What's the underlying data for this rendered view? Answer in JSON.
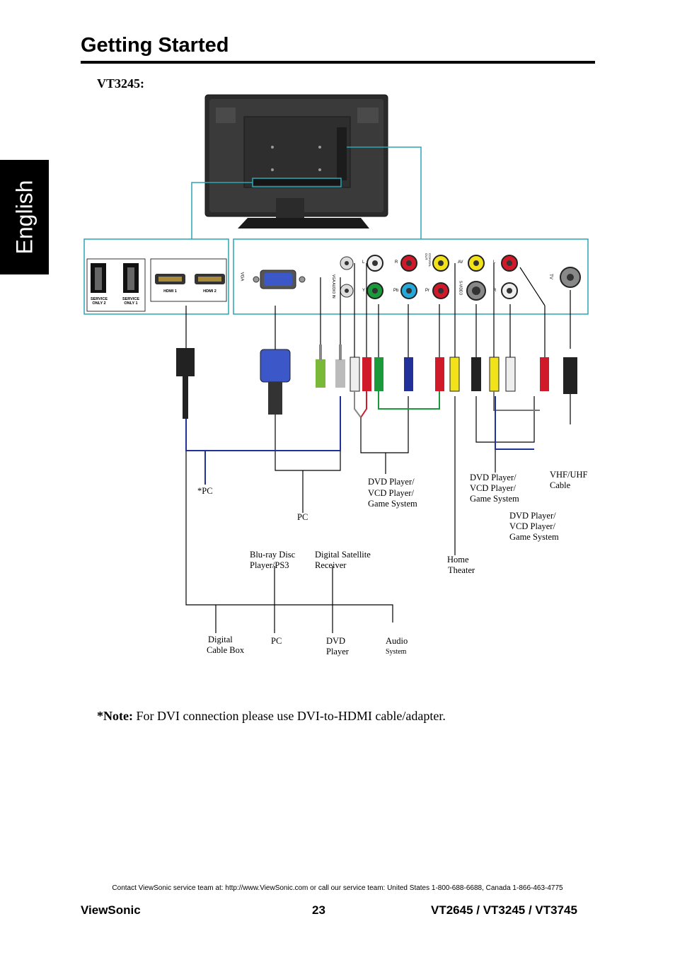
{
  "header": {
    "title": "Getting Started",
    "side_tab": "English"
  },
  "model_heading": "VT3245:",
  "panel": {
    "left_ports": {
      "service2": "SERVICE ONLY 2",
      "service1": "SERVICE ONLY 1",
      "hdmi1": "HDMI 1",
      "hdmi2": "HDMI 2"
    },
    "right_ports": {
      "vga": "VGA",
      "vga_audio": "VGA AUDIO IN",
      "l": "L",
      "r": "R",
      "y": "Y",
      "pb": "Pb",
      "pr": "Pr",
      "coaxial": "COAXIAL OUT",
      "av": "AV",
      "svideo": "S-VIDEO",
      "av_l": "L",
      "av_r": "R",
      "tv": "TV"
    }
  },
  "labels": {
    "pc_star": "*PC",
    "pc": "PC",
    "dvd_component": [
      "DVD Player/",
      "VCD Player/",
      "Game System"
    ],
    "dvd_av": [
      "DVD Player/",
      "VCD Player/",
      "Game System"
    ],
    "dvd_svideo": [
      "DVD Player/",
      "VCD Player/",
      "Game System"
    ],
    "vhf": [
      "VHF/UHF",
      "Cable"
    ],
    "home_theater": [
      "Home",
      "Theater"
    ],
    "bluray": [
      "Blu-ray Disc",
      "Player/PS3"
    ],
    "satellite": [
      "Digital Satellite",
      "Receiver"
    ],
    "cable_box": [
      "Digital",
      "Cable Box"
    ],
    "pc2": "PC",
    "dvd": [
      "DVD",
      "Player"
    ],
    "audio": [
      "Audio",
      "System"
    ]
  },
  "note": {
    "bold": "*Note:",
    "text": " For DVI connection please use DVI-to-HDMI cable/adapter."
  },
  "footer": {
    "contact": "Contact ViewSonic service team at: http://www.ViewSonic.com or call our service team: United States 1-800-688-6688, Canada 1-866-463-4775",
    "brand": "ViewSonic",
    "page": "23",
    "models": "VT2645 / VT3245 / VT3745"
  },
  "colors": {
    "teal": "#2aa6b4",
    "wire_blue": "#22309a",
    "red": "#d01a2a",
    "green": "#1a9a3a",
    "yellow": "#f2e21a",
    "vga_blue": "#3b57c8"
  }
}
